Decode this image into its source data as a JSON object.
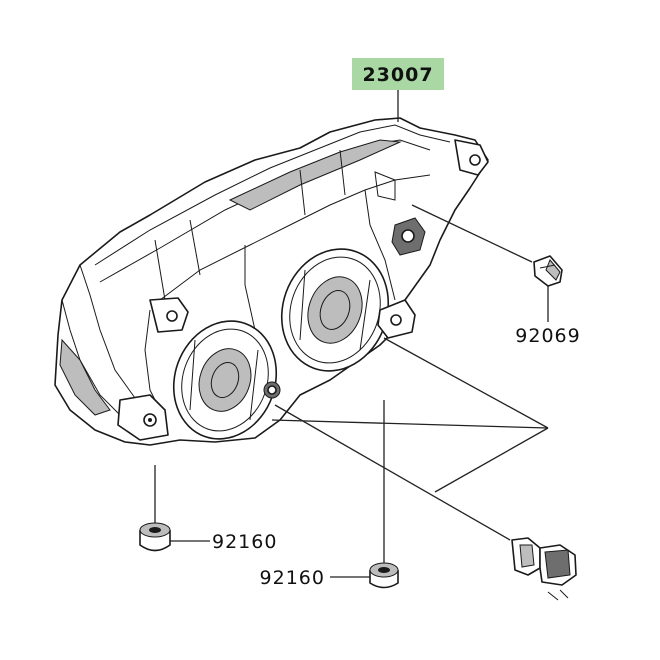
{
  "parts": {
    "headlight_assembly": {
      "number": "23007",
      "highlight_color": "#a9d8a4"
    },
    "bulb_small": {
      "number": "92069"
    },
    "grommet_left": {
      "number": "92160"
    },
    "grommet_bottom": {
      "number": "92160"
    },
    "bulb_large": {
      "number": ""
    }
  },
  "colors": {
    "line": "#1a1a1a",
    "shade": "#bdbdbd",
    "highlight": "#a9d8a4"
  }
}
